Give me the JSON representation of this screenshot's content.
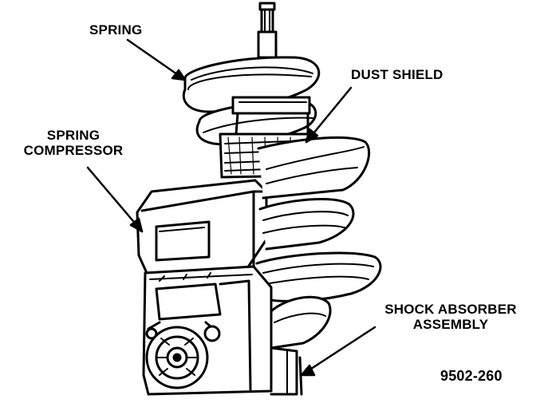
{
  "labels": {
    "spring": "SPRING",
    "dust_shield": "DUST SHIELD",
    "spring_compressor": {
      "line1": "SPRING",
      "line2": "COMPRESSOR"
    },
    "shock_absorber": {
      "line1": "SHOCK ABSORBER",
      "line2": "ASSEMBLY"
    }
  },
  "figure_id": "9502-260"
}
